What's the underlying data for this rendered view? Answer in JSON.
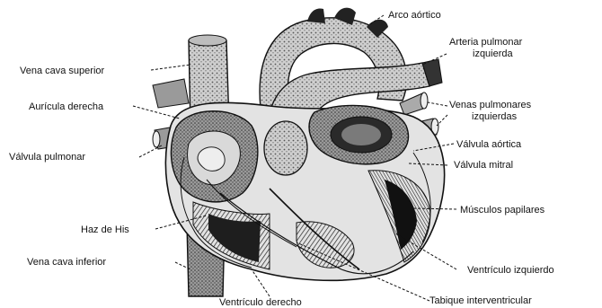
{
  "labels": {
    "arco_aortico": "Arco aórtico",
    "arteria_pulmonar_izq_1": "Arteria pulmonar",
    "arteria_pulmonar_izq_2": "izquierda",
    "vena_cava_superior": "Vena cava superior",
    "auricula_derecha": "Aurícula derecha",
    "venas_pulmonares_1": "Venas pulmonares",
    "venas_pulmonares_2": "izquierdas",
    "valvula_pulmonar": "Válvula pulmonar",
    "valvula_aortica": "Válvula aórtica",
    "valvula_mitral": "Válvula mitral",
    "musculos_papilares": "Músculos papilares",
    "haz_de_his": "Haz de His",
    "vena_cava_inferior": "Vena cava inferior",
    "ventriculo_izquierdo": "Ventrículo izquierdo",
    "tabique_interventricular": "Tabique interventricular",
    "ventriculo_derecho": "Ventrículo derecho"
  }
}
